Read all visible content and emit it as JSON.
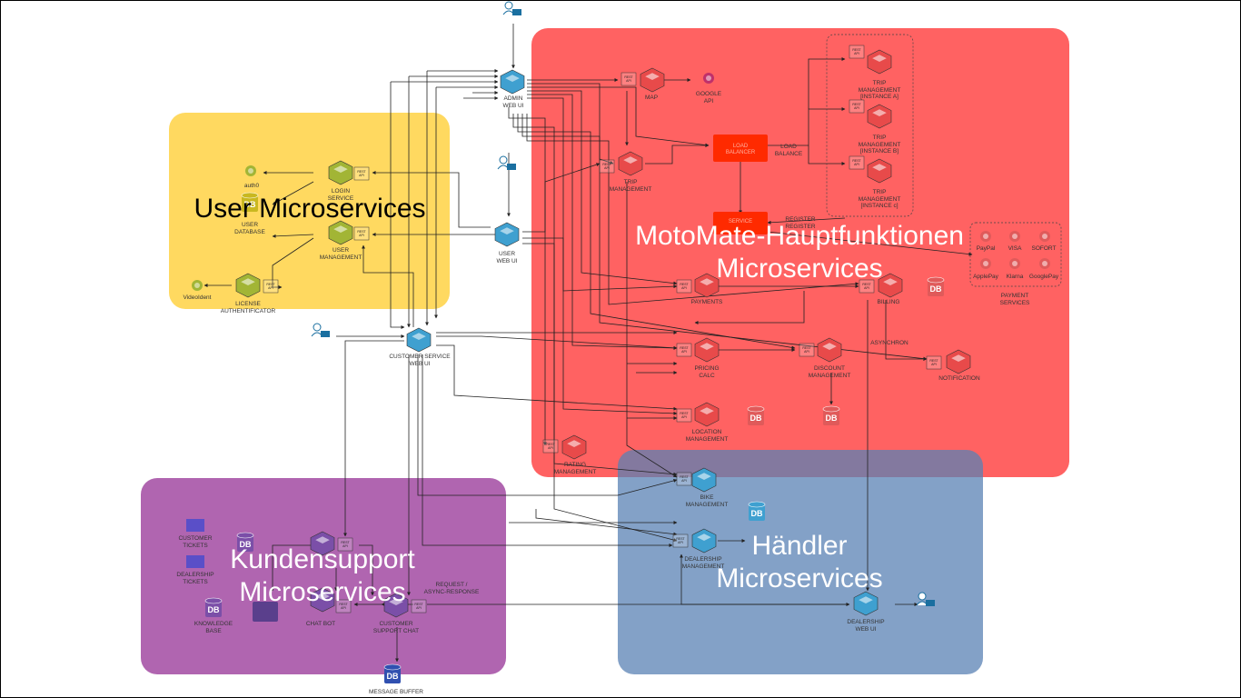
{
  "regions": {
    "user": {
      "title": "User Microservices"
    },
    "core": {
      "title": "MotoMate-Hauptfunktionen\nMicroservices"
    },
    "support": {
      "title": "Kundensupport\nMicroservices"
    },
    "dealer": {
      "title": "Händler\nMicroservices"
    }
  },
  "colors": {
    "user_region": "#ffd54f",
    "core_region": "#ff3b3b",
    "support_region": "#9c3f9c",
    "dealer_region": "#5a82b4",
    "service_green": "#a2b535",
    "service_red": "#e84a4a",
    "service_blue": "#3fa0d0",
    "service_purple": "#7b4fa8",
    "edge": "#222222"
  },
  "nodes": {
    "admin_web_ui": "ADMIN\nWEB UI",
    "user_web_ui": "USER\nWEB UI",
    "customer_service_web_ui": "CUSTOMER SERVICE\nWEB UI",
    "dealership_web_ui": "DEALERSHIP\nWEB UI",
    "map": "MAP",
    "google_api": "GOOGLE\nAPI",
    "trip_a": "TRIP\nMANAGEMENT\n[INSTANCE A]",
    "trip_b": "TRIP\nMANAGEMENT\n[INSTANCE B]",
    "trip_c": "TRIP\nMANAGEMENT\n[INSTANCE c]",
    "trip_management": "TRIP\nMANAGEMENT",
    "load_balancer": "LOAD\nBALANCER",
    "load_balance_label": "LOAD\nBALANCE",
    "service_registry": "SERVICE\nREGISTRY",
    "register_label": "REGISTER\nREGISTER",
    "payments": "PAYMENTS",
    "billing": "BILLING",
    "pricing_calc": "PRICING\nCALC",
    "discount_management": "DISCOUNT\nMANAGEMENT",
    "notification": "NOTIFICATION",
    "asynchron": "ASYNCHRON",
    "location_management": "LOCATION\nMANAGEMENT",
    "rating_management": "RATING\nMANAGEMENT",
    "bike_management": "BIKE\nMANAGEMENT",
    "dealership_management": "DEALERSHIP\nMANAGEMENT",
    "login_service": "LOGIN\nSERVICE",
    "auth0": "auth0",
    "user_database": "USER\nDATABASE",
    "user_management": "USER\nMANAGEMENT",
    "videoident": "VideoIdent",
    "license_authenticator": "LICENSE\nAUTHENTIFICATOR",
    "customer_tickets": "CUSTOMER\nTICKETS",
    "dealership_tickets": "DEALERSHIP\nTICKETS",
    "knowledge_base": "KNOWLEDGE\nBASE",
    "chat_bot": "CHAT BOT",
    "customer_support_chat": "CUSTOMER\nSUPPORT CHAT",
    "request_async": "REQUEST /\nASYNC-RESPONSE",
    "message_buffer": "MESSAGE BUFFER",
    "payment_services": "PAYMENT\nSERVICES",
    "paypal": "PayPal",
    "visa": "VISA",
    "sofort": "SOFORT",
    "applepay": "ApplePay",
    "klarna": "Klarna",
    "googlepay": "GooglePay",
    "rest_api": "REST\nAPI",
    "db": "DB"
  }
}
